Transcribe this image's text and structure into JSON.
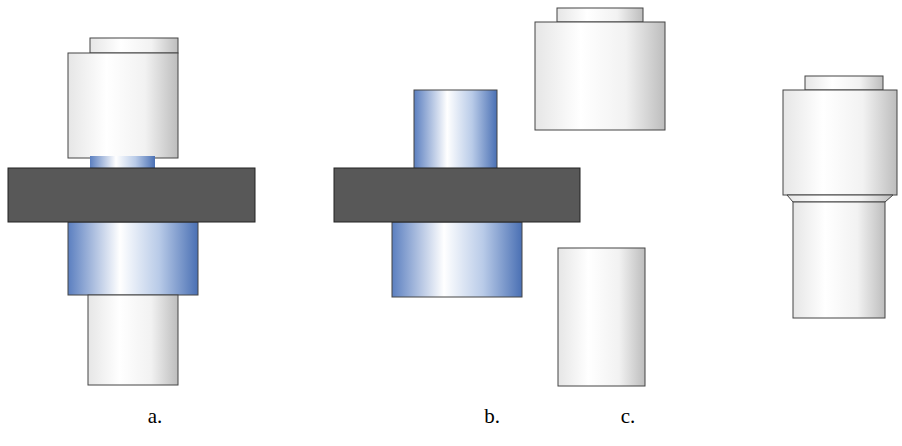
{
  "diagram": {
    "labels": [
      "a.",
      "b.",
      "c."
    ]
  }
}
